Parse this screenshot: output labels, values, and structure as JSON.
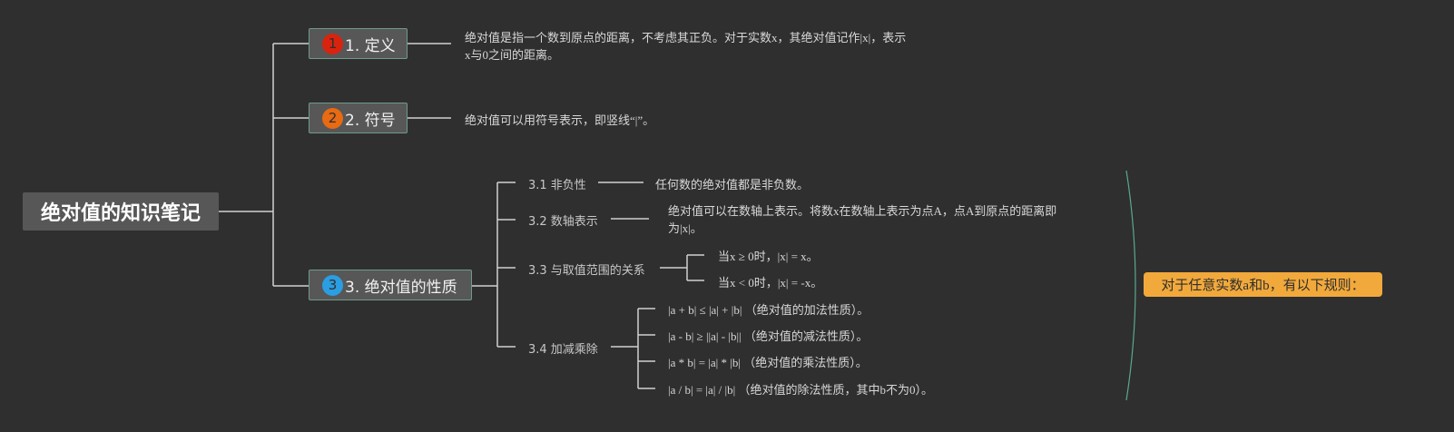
{
  "root": {
    "title": "绝对值的知识笔记"
  },
  "topics": [
    {
      "badge": "1",
      "badge_color": "#d8240f",
      "label": "1. 定义",
      "note": "绝对值是指一个数到原点的距离，不考虑其正负。对于实数x，其绝对值记作|x|，表示x与0之间的距离。"
    },
    {
      "badge": "2",
      "badge_color": "#e86a12",
      "label": "2. 符号",
      "note": "绝对值可以用符号表示，即竖线“|”。"
    },
    {
      "badge": "3",
      "badge_color": "#2a9ee0",
      "label": "3. 绝对值的性质"
    }
  ],
  "properties": [
    {
      "label": "3.1 非负性",
      "note": "任何数的绝对值都是非负数。"
    },
    {
      "label": "3.2 数轴表示",
      "note": "绝对值可以在数轴上表示。将数x在数轴上表示为点A，点A到原点的距离即为|x|。"
    },
    {
      "label": "3.3 与取值范围的关系",
      "items": [
        "当x ≥ 0时，|x| = x。",
        "当x < 0时，|x| = -x。"
      ]
    },
    {
      "label": "3.4 加减乘除",
      "items": [
        "|a + b| ≤ |a| + |b| （绝对值的加法性质）。",
        "|a - b| ≥ ||a| - |b|| （绝对值的减法性质）。",
        "|a * b| = |a| * |b| （绝对值的乘法性质）。",
        "|a / b| = |a| / |b| （绝对值的除法性质，其中b不为0）。"
      ]
    }
  ],
  "callout": {
    "text": "对于任意实数a和b，有以下规则：",
    "color": "#f2a93b"
  },
  "colors": {
    "line": "#d0d0d0",
    "bracket": "#5aa890",
    "node_border": "#6f9a8a"
  }
}
